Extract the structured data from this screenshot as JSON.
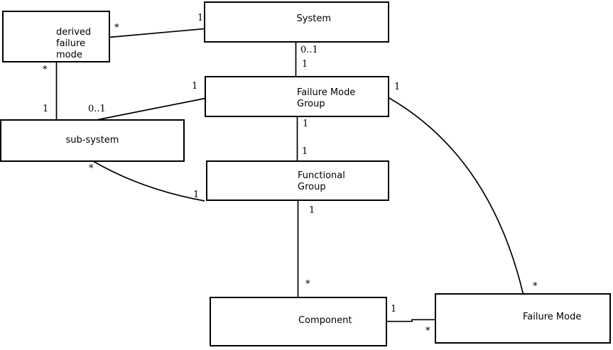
{
  "entities": {
    "derived_failure_mode": {
      "label": "derived\nfailure\nmode"
    },
    "system": {
      "label": "System"
    },
    "failure_mode_group": {
      "label": "Failure Mode\nGroup"
    },
    "sub_system": {
      "label": "sub-system"
    },
    "functional_group": {
      "label": "Functional\nGroup"
    },
    "component": {
      "label": "Component"
    },
    "failure_mode": {
      "label": "Failure Mode"
    }
  },
  "multiplicities": {
    "derived_to_system_star": {
      "text": "*"
    },
    "system_from_derived_one": {
      "text": "1"
    },
    "system_to_fmg_zero_or_one": {
      "text": "0..1"
    },
    "fmg_from_system_one": {
      "text": "1"
    },
    "derived_to_subsystem_star": {
      "text": "*"
    },
    "subsystem_from_derived_one": {
      "text": "1"
    },
    "subsystem_to_fmg_zero_or_one": {
      "text": "0..1"
    },
    "fmg_from_subsystem_one": {
      "text": "1"
    },
    "fmg_to_failure_mode_one": {
      "text": "1"
    },
    "fmg_to_fg_one": {
      "text": "1"
    },
    "fg_from_fmg_one": {
      "text": "1"
    },
    "subsystem_to_fg_star": {
      "text": "*"
    },
    "fg_from_subsystem_one": {
      "text": "1"
    },
    "fg_to_component_one": {
      "text": "1"
    },
    "component_from_fg_star": {
      "text": "*"
    },
    "component_to_fm_one": {
      "text": "1"
    },
    "fm_from_component_star": {
      "text": "*"
    },
    "fm_from_fmg_star": {
      "text": "*"
    }
  },
  "colors": {
    "line": "#000000",
    "background": "#ffffff",
    "text": "#000000"
  }
}
